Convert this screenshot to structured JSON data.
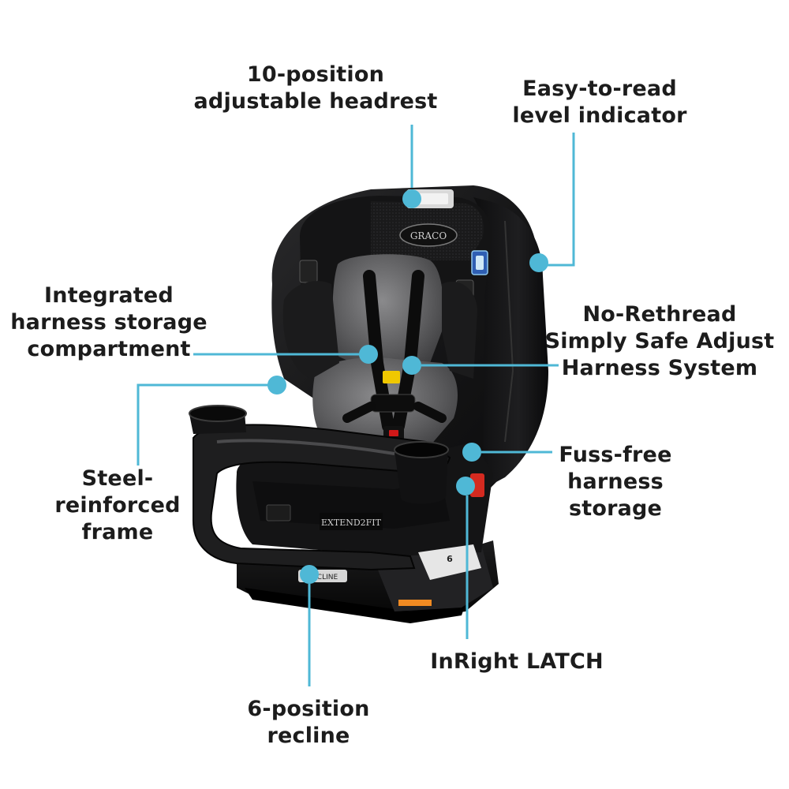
{
  "accent_color": "#4fb8d6",
  "callouts": [
    {
      "id": "headrest",
      "lines": [
        "10-position",
        "adjustable headrest"
      ]
    },
    {
      "id": "level-indicator",
      "lines": [
        "Easy-to-read",
        "level indicator"
      ]
    },
    {
      "id": "harness-storage-compartment",
      "lines": [
        "Integrated",
        "harness storage",
        "compartment"
      ]
    },
    {
      "id": "rethread-harness",
      "lines": [
        "No-Rethread",
        "Simply Safe Adjust",
        "Harness System"
      ]
    },
    {
      "id": "steel-frame",
      "lines": [
        "Steel-",
        "reinforced",
        "frame"
      ]
    },
    {
      "id": "fuss-free-storage",
      "lines": [
        "Fuss-free",
        "harness",
        "storage"
      ]
    },
    {
      "id": "latch",
      "lines": [
        "InRight LATCH"
      ]
    },
    {
      "id": "recline",
      "lines": [
        "6-position",
        "recline"
      ]
    }
  ],
  "seat": {
    "brand_logo": "GRACO",
    "model_label": "EXTEND2FIT",
    "recline_label": "RECLINE",
    "position_label": "6"
  }
}
